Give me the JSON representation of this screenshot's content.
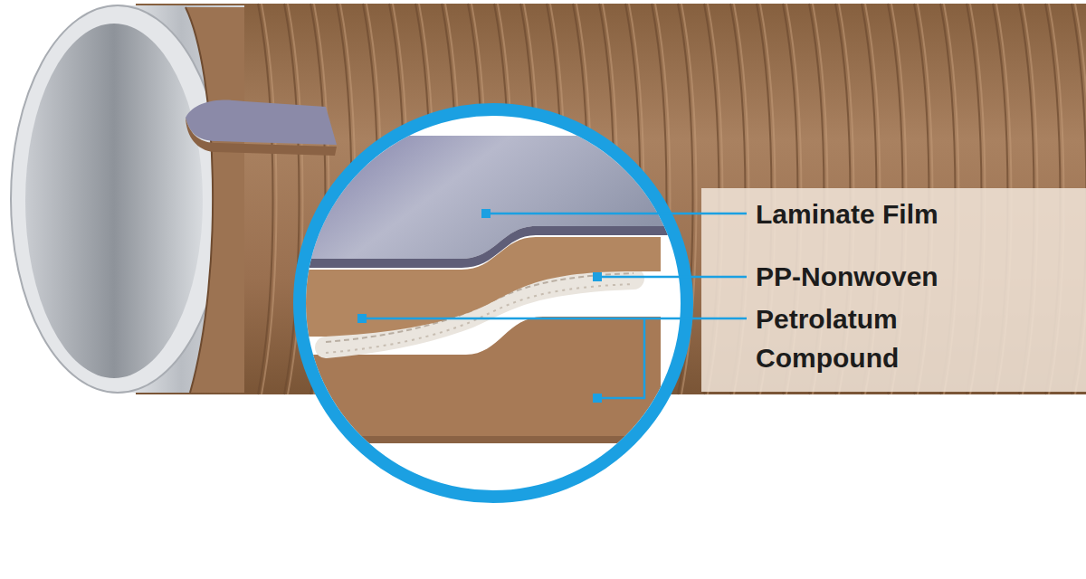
{
  "diagram": {
    "labels": [
      "Laminate Film",
      "PP-Nonwoven",
      "Petrolatum Compound"
    ]
  }
}
